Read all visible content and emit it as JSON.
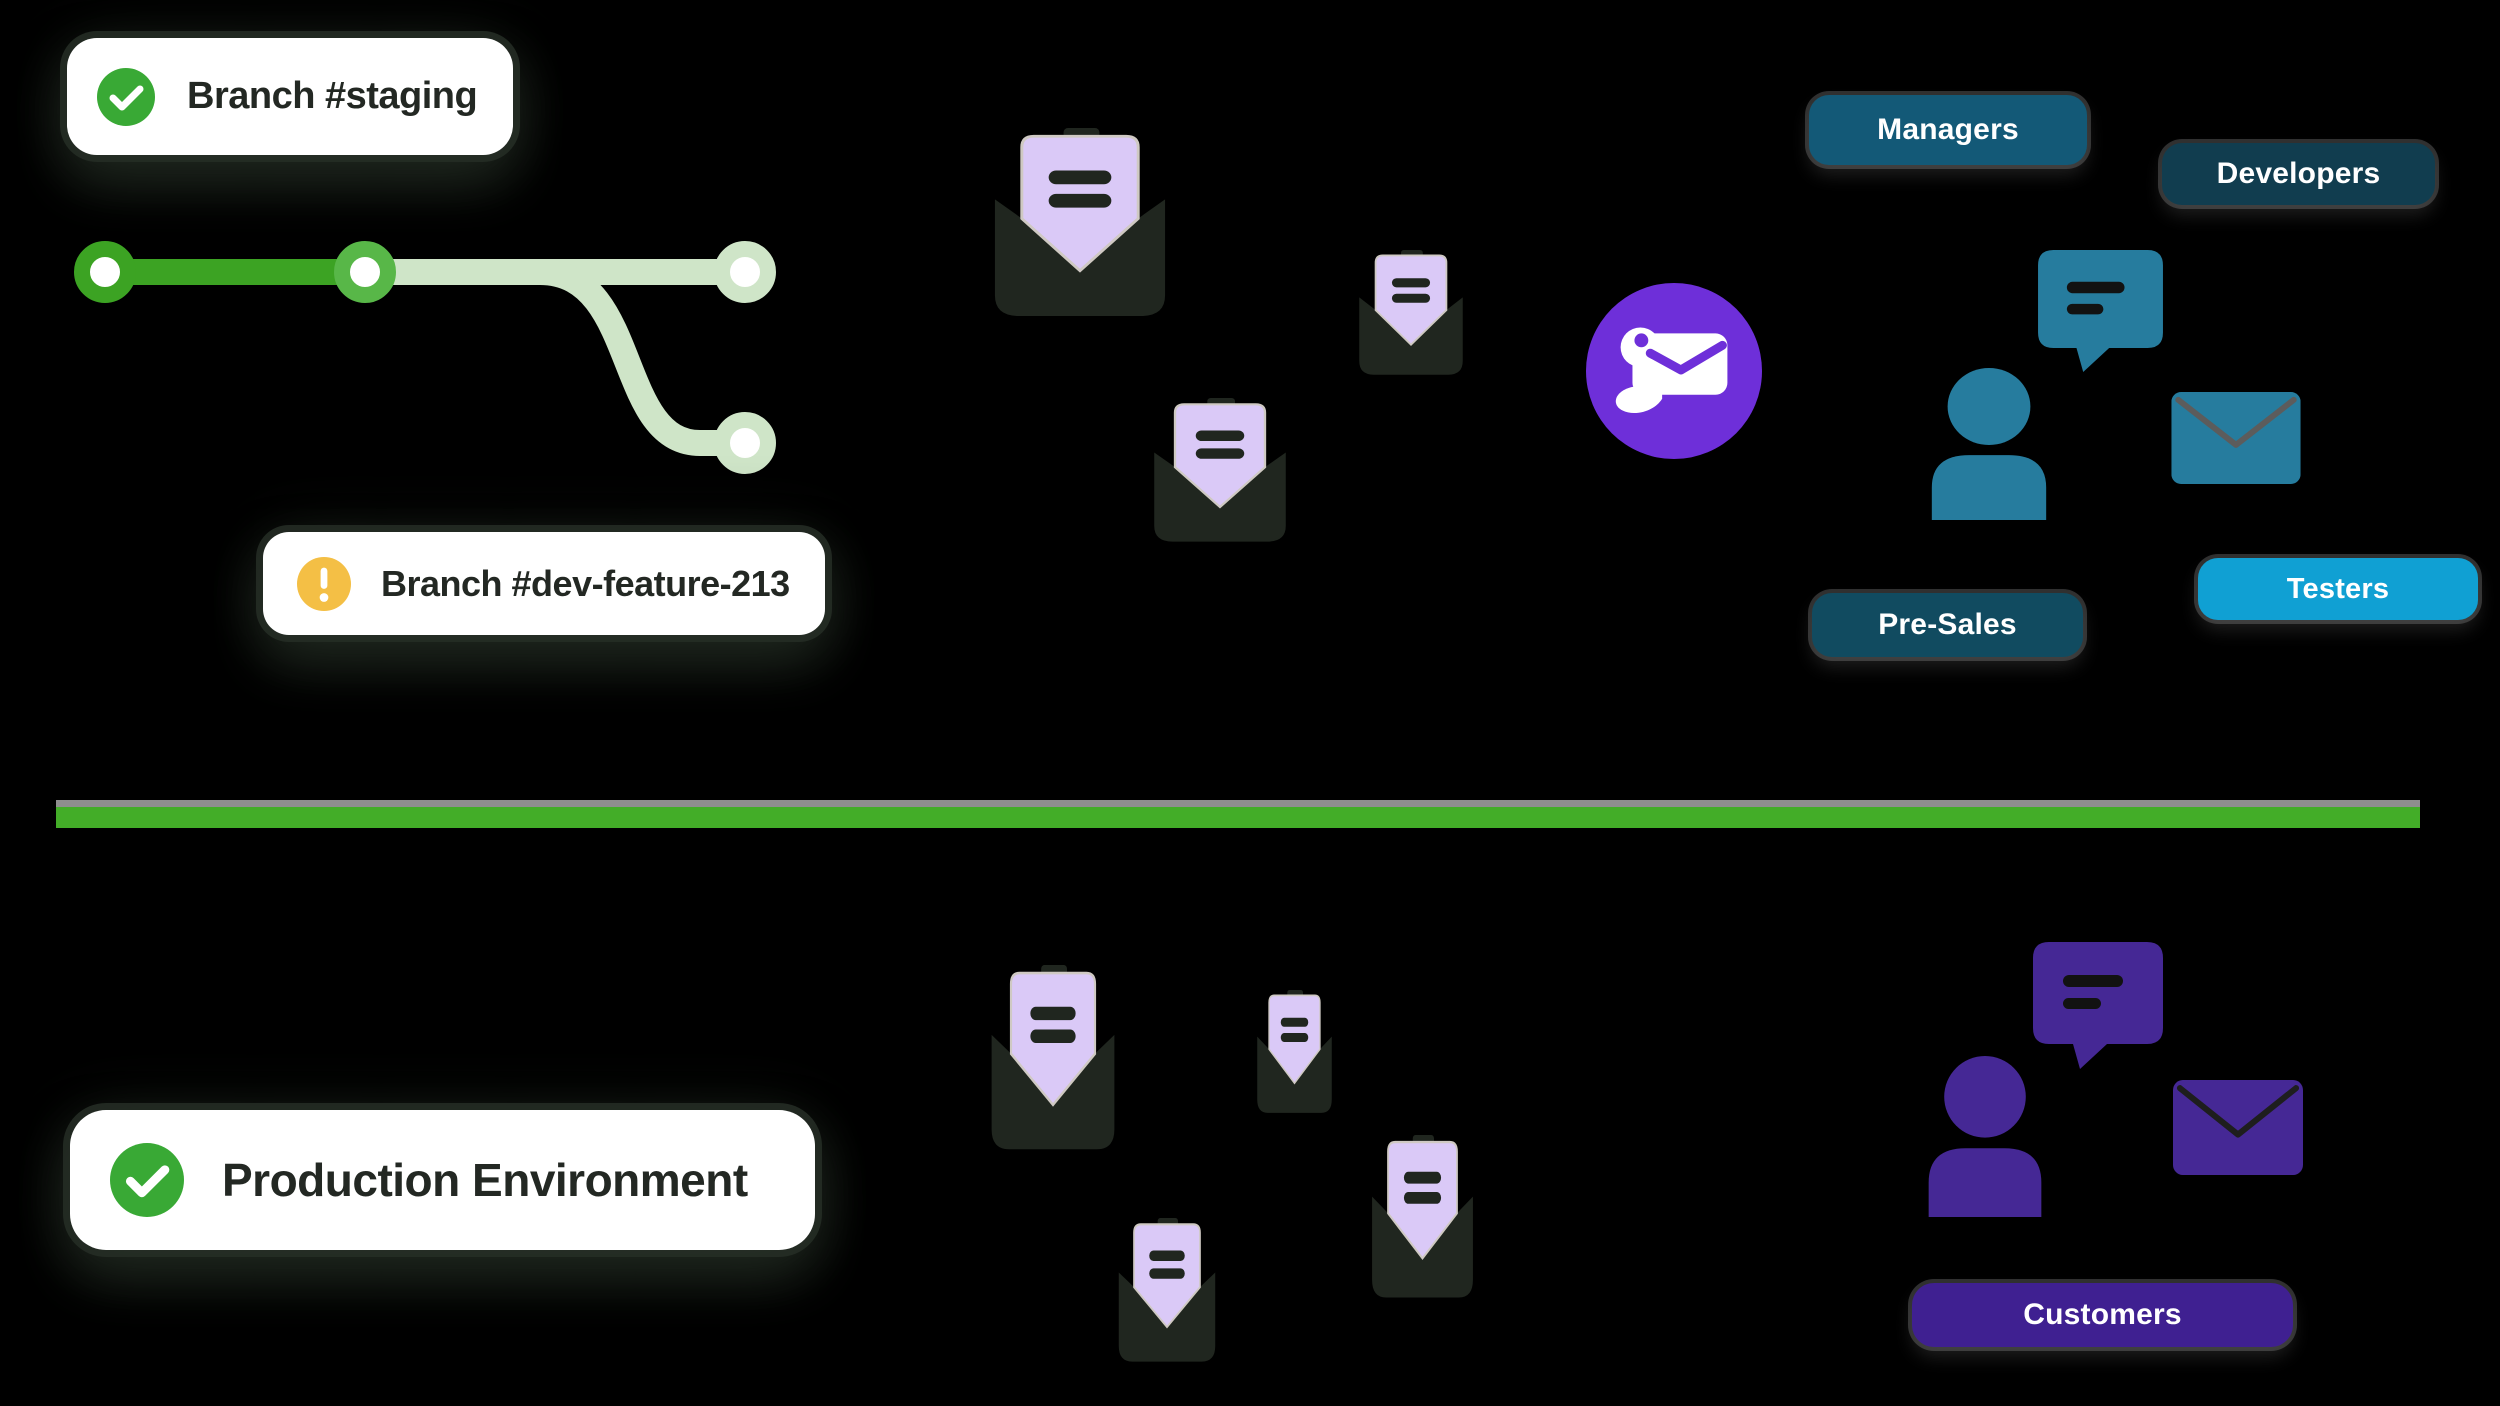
{
  "badges": {
    "staging": {
      "label": "Branch #staging",
      "status": "success"
    },
    "dev_feature": {
      "label": "Branch #dev-feature-213",
      "status": "warning"
    },
    "production": {
      "label": "Production Environment",
      "status": "success"
    }
  },
  "audiences": {
    "managers": {
      "label": "Managers"
    },
    "developers": {
      "label": "Developers"
    },
    "presales": {
      "label": "Pre-Sales"
    },
    "testers": {
      "label": "Testers"
    },
    "customers": {
      "label": "Customers"
    }
  },
  "icons": [
    "check-icon",
    "warning-icon",
    "git-branch-graph",
    "mail-open-icon",
    "mail-icon",
    "chat-bubble-icon",
    "person-icon",
    "mailosaur-logo"
  ],
  "colors": {
    "bg": "#000000",
    "badge-bg": "#ffffff",
    "badge-text": "#232823",
    "check-green": "#39a935",
    "warn-yellow": "#f4bf45",
    "git-dark": "#3ca323",
    "git-mid": "#58b748",
    "git-light": "#cfe5c8",
    "divider-green": "#43ad28",
    "divider-gray": "#8e8e8e",
    "ink": "#20261f",
    "lavender": "#dac9f7",
    "seam": "#cfc9c3",
    "teal-icon": "#267c9e",
    "flap-teal": "#5c5c5c",
    "purple-icon": "#452895",
    "flap-purple": "#1e1e1e",
    "bubble-line": "#121212",
    "logo-purple": "#6e2fd9",
    "pill-managers": "#135977",
    "pill-developers": "#113d4f",
    "pill-presales": "#114b60",
    "pill-testers": "#10a0d3",
    "pill-customers": "#3f2091",
    "pill-text": "#ffffff"
  }
}
